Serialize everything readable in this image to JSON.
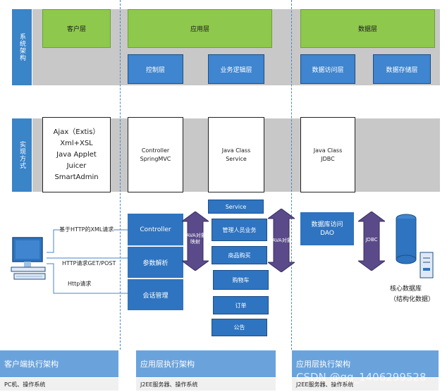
{
  "rows": {
    "system_arch": "系统架构",
    "impl_method": "实现方式"
  },
  "layers": {
    "client": "客户层",
    "application": "应用层",
    "data": "数据层",
    "control": "控制层",
    "business_logic": "业务逻辑层",
    "data_access": "数据访问层",
    "data_storage": "数据存储层"
  },
  "impl": {
    "client_lines": [
      "Ajax（Extis）",
      "Xml+XSL",
      "Java Applet",
      "Juicer",
      "SmartAdmin"
    ],
    "controller_lines": [
      "Controller",
      "SpringMVC"
    ],
    "service_lines": [
      "Java Class",
      "Service"
    ],
    "jdbc_lines": [
      "Java Class",
      "JDBC"
    ]
  },
  "runtime": {
    "conn_xml": "基于HTTP的XML请求",
    "conn_get_post": "HTTP请求GET/POST",
    "conn_http": "Http请求",
    "controller": "Controller",
    "param_parse": "参数解析",
    "session_mgmt": "会话管理",
    "java_obj_1": "JAVA对象映射",
    "java_obj_2": "JAVA对象",
    "jdbc_arrow": "JDBC",
    "services": [
      "Service",
      "管理人员业务",
      "商品购买",
      "购物车",
      "订单",
      "公告"
    ],
    "dao_lines": [
      "数据库访问",
      "DAO"
    ],
    "db_label_1": "核心数据库",
    "db_label_2": "（结构化数据）"
  },
  "bottom": {
    "client_title": "客户端执行架构",
    "client_sub": "PC机、操作系统",
    "app_title": "应用层执行架构",
    "app_sub": "J2EE服务器、操作系统",
    "data_title": "应用层执行架构",
    "data_sub": "J2EE服务器、操作系统",
    "watermark": "CSDN @qq_1406299528"
  },
  "colors": {
    "accent_blue": "#2e74c0",
    "green": "#8ec84c",
    "gray_band": "#c8c8c8"
  }
}
